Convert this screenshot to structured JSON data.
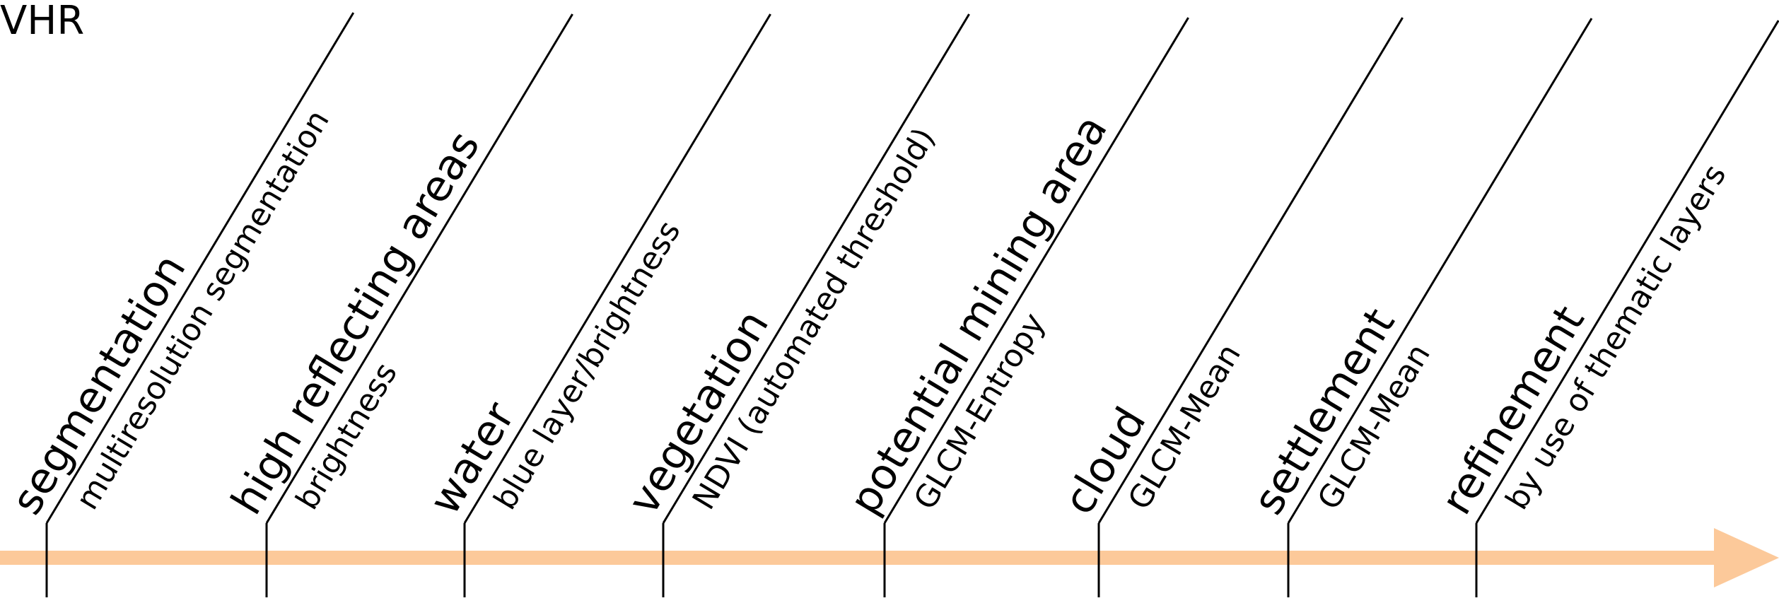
{
  "title": "VHR",
  "colors": {
    "arrow": "#fcc99a",
    "line": "#000000",
    "text": "#000000"
  },
  "steps": [
    {
      "title": "segmentation",
      "desc": "multiresolution segmentation"
    },
    {
      "title": "high reflecting areas",
      "desc": "brightness"
    },
    {
      "title": "water",
      "desc": "blue layer/brightness"
    },
    {
      "title": "vegetation",
      "desc": "NDVI (automated threshold)"
    },
    {
      "title": "potential mining area",
      "desc": "GLCM-Entropy"
    },
    {
      "title": "cloud",
      "desc": "GLCM-Mean"
    },
    {
      "title": "settlement",
      "desc": "GLCM-Mean"
    },
    {
      "title": "refinement",
      "desc": "by use of thematic layers"
    }
  ]
}
